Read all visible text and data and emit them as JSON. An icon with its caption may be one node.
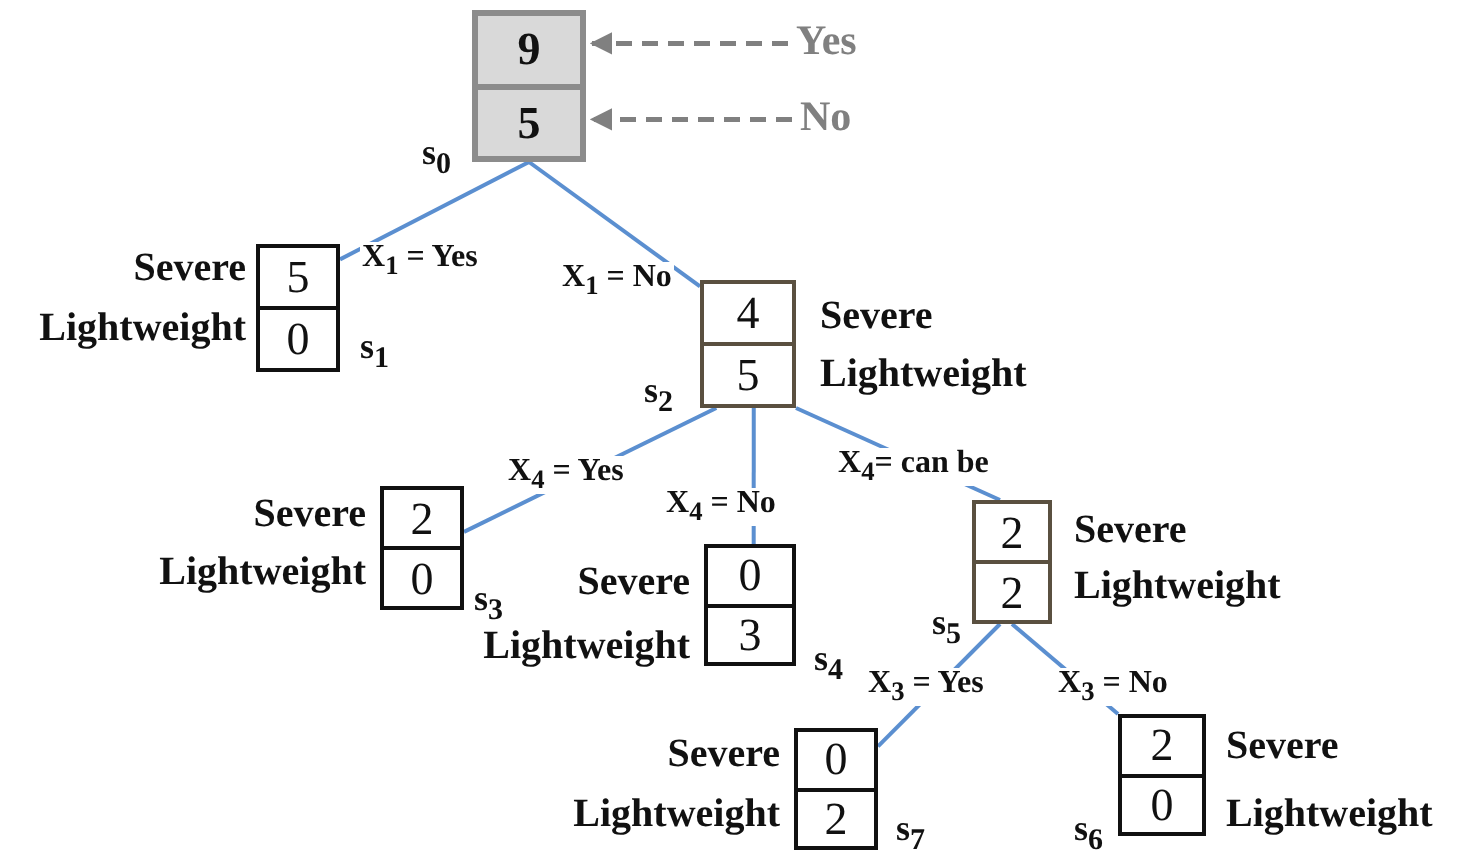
{
  "diagram": {
    "nodes": [
      {
        "text": [
          "9",
          "5"
        ],
        "beside": [
          "s$_{0}$"
        ]
      },
      {
        "text": [
          "Yes"
        ]
      },
      {
        "text": [
          "No"
        ]
      },
      {
        "text": [
          "5",
          "0"
        ],
        "beside": [
          "Severe",
          "Lightweight",
          "s$_{1}$"
        ]
      },
      {
        "text": [
          "4",
          "5"
        ],
        "beside": [
          "Severe",
          "Lightweight",
          "s$_{2}$"
        ]
      },
      {
        "text": [
          "2",
          "0"
        ],
        "beside": [
          "Severe",
          "Lightweight",
          "s$_{3}$"
        ]
      },
      {
        "text": [
          "0",
          "3"
        ],
        "beside": [
          "Severe",
          "Lightweight",
          "s$_{4}$"
        ]
      },
      {
        "text": [
          "2",
          "2"
        ],
        "beside": [
          "Severe",
          "Lightweight",
          "s$_{5}$"
        ]
      },
      {
        "text": [
          "0",
          "2"
        ],
        "beside": [
          "Severe",
          "Lightweight",
          "s$_{7}$"
        ]
      },
      {
        "text": [
          "2",
          "0"
        ],
        "beside": [
          "Severe",
          "Lightweight",
          "s$_{6}$"
        ]
      }
    ],
    "edges": [
      {
        "from": 0,
        "to": 3,
        "arrow": "none",
        "label": "X$_{1}$ = Yes"
      },
      {
        "from": 0,
        "to": 4,
        "arrow": "none",
        "label": "X$_{1}$ = No"
      },
      {
        "from": 4,
        "to": 5,
        "arrow": "none",
        "label": "X$_{4}$ = Yes"
      },
      {
        "from": 4,
        "to": 6,
        "arrow": "none",
        "label": "X$_{4}$ = No"
      },
      {
        "from": 4,
        "to": 7,
        "arrow": "none",
        "label": "X$_{4}$= can be"
      },
      {
        "from": 7,
        "to": 8,
        "arrow": "none",
        "label": "X$_{3}$ = Yes"
      },
      {
        "from": 7,
        "to": 9,
        "arrow": "none",
        "label": "X$_{3}$ = No"
      },
      {
        "from": 1,
        "to": 0,
        "arrow": "to",
        "style": "dashed",
        "color": "#808080"
      },
      {
        "from": 2,
        "to": 0,
        "arrow": "to",
        "style": "dashed",
        "color": "#808080"
      }
    ]
  }
}
